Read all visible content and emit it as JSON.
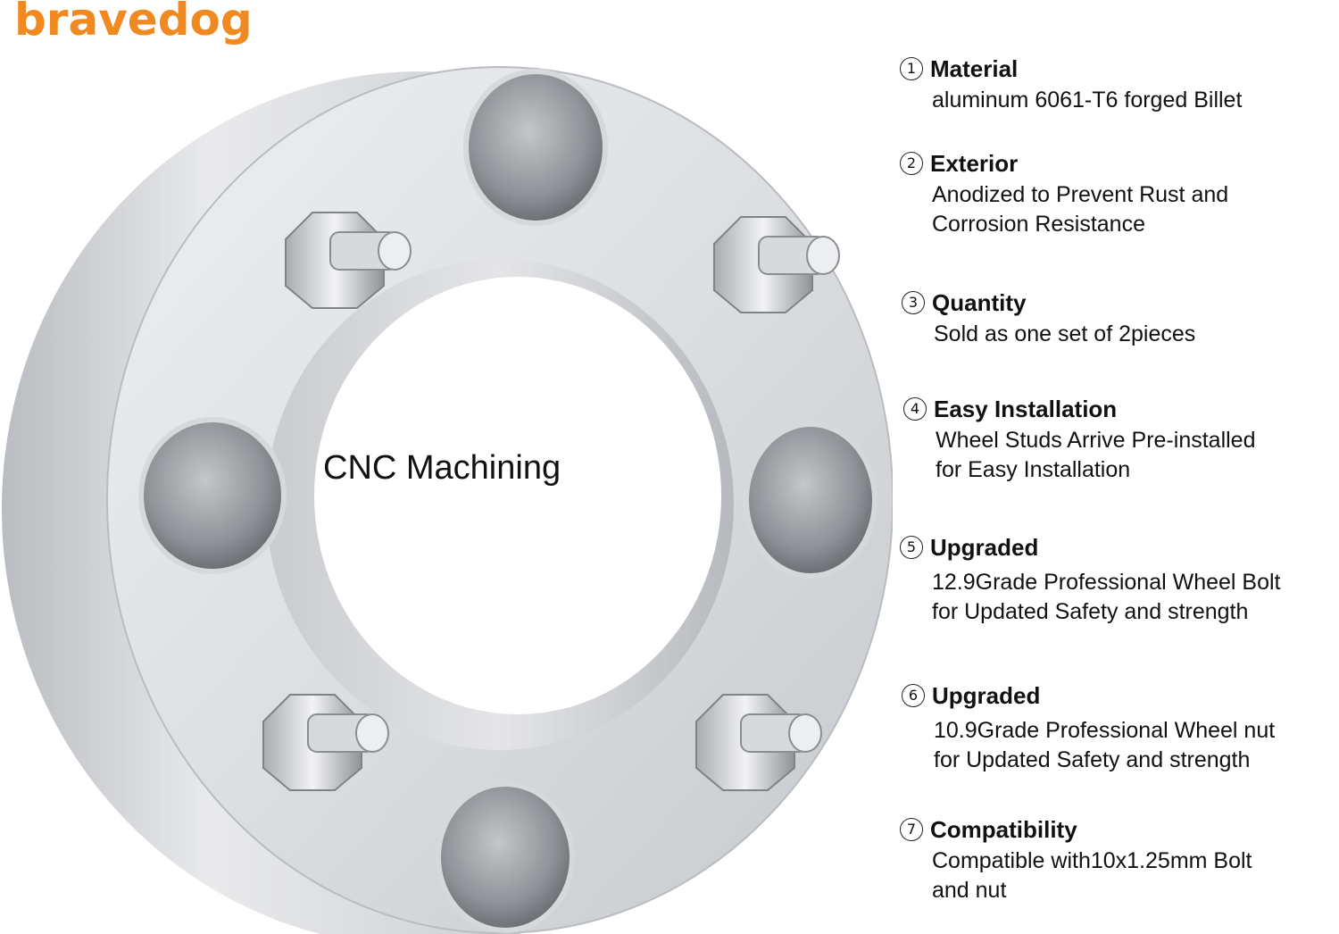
{
  "brand": {
    "logo_text": "bravedog",
    "color": "#f0891f"
  },
  "product": {
    "center_label": "CNC Machining"
  },
  "features": [
    {
      "number": "①",
      "title": "Material",
      "lines": [
        "aluminum 6061-T6 forged Billet"
      ]
    },
    {
      "number": "②",
      "title": "Exterior",
      "lines": [
        "Anodized to Prevent Rust and",
        "Corrosion Resistance"
      ]
    },
    {
      "number": "③",
      "title": "Quantity",
      "lines": [
        "Sold as one set of 2pieces"
      ]
    },
    {
      "number": "④",
      "title": "Easy Installation",
      "lines": [
        "Wheel Studs Arrive Pre-installed",
        "for Easy Installation"
      ]
    },
    {
      "number": "⑤",
      "title": "Upgraded",
      "lines": [
        "12.9Grade Professional Wheel Bolt",
        "for Updated Safety and strength"
      ]
    },
    {
      "number": "⑥",
      "title": "Upgraded",
      "lines": [
        "10.9Grade Professional Wheel nut",
        "for Updated Safety and strength"
      ]
    },
    {
      "number": "⑦",
      "title": "Compatibility",
      "lines": [
        "Compatible with10x1.25mm Bolt",
        "and nut"
      ]
    }
  ]
}
